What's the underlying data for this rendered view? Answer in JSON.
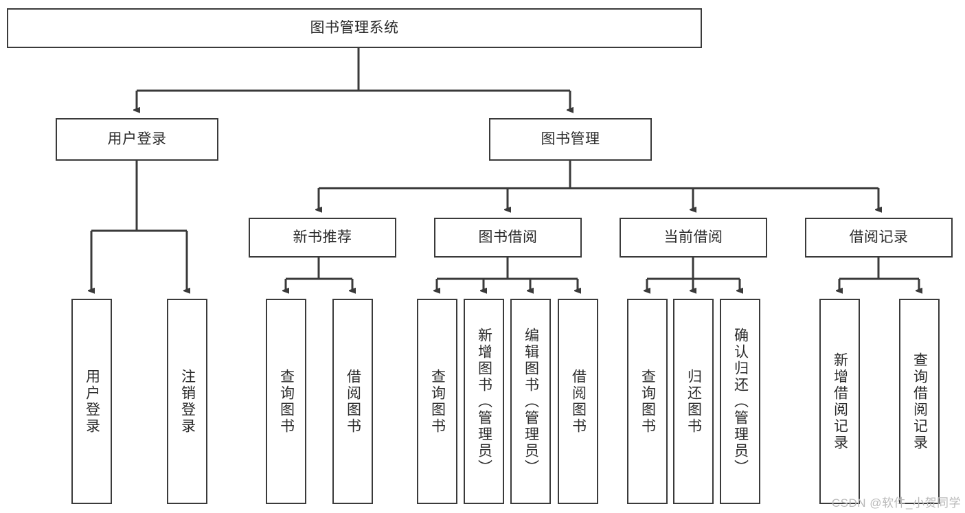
{
  "diagram": {
    "title": "图书管理系统",
    "type": "tree",
    "watermark": "CSDN @软件_小贺同学",
    "colors": {
      "stroke": "#3a3a3a",
      "background": "#ffffff",
      "text": "#2b2b2b",
      "watermark": "#b9b9b9"
    },
    "nodes": {
      "root": {
        "label": "图书管理系统"
      },
      "level1": [
        {
          "label": "用户登录"
        },
        {
          "label": "图书管理"
        }
      ],
      "level2": [
        {
          "label": "新书推荐"
        },
        {
          "label": "图书借阅"
        },
        {
          "label": "当前借阅"
        },
        {
          "label": "借阅记录"
        }
      ],
      "leaves_user_login": [
        {
          "label": "用户登录"
        },
        {
          "label": "注销登录"
        }
      ],
      "leaves_new_books": [
        {
          "label": "查询图书"
        },
        {
          "label": "借阅图书"
        }
      ],
      "leaves_borrow": [
        {
          "label": "查询图书"
        },
        {
          "label": "新增图书（管理员）"
        },
        {
          "label": "编辑图书（管理员）"
        },
        {
          "label": "借阅图书"
        }
      ],
      "leaves_current": [
        {
          "label": "查询图书"
        },
        {
          "label": "归还图书"
        },
        {
          "label": "确认归还（管理员）"
        }
      ],
      "leaves_records": [
        {
          "label": "新增借阅记录"
        },
        {
          "label": "查询借阅记录"
        }
      ]
    }
  }
}
